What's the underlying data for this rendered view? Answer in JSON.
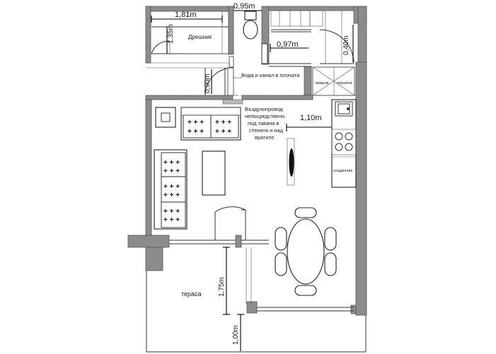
{
  "rooms": {
    "closet": "Дрешник",
    "terrace": "тераса"
  },
  "labels": {
    "water_sewer": "Вода и канал в плочата",
    "air_duct": [
      "Въздухопровод",
      "непосредствено",
      "под тавана в",
      "стената и над",
      "вратите"
    ],
    "microwave": "микров.",
    "washing_machine": "пералня",
    "fridge": "хладилник"
  },
  "dimensions": {
    "closet_width": "1,81m",
    "closet_depth": "1,35m",
    "gap_top": "0,95m",
    "bath_width": "0,97m",
    "bath_right": "0,40m",
    "hall_door": "0,90m",
    "kitchen": "1,10m",
    "terrace_door": "1,75m",
    "terrace_depth": "1,00m"
  },
  "symbols": {
    "cushion_mark": "+ + +"
  }
}
